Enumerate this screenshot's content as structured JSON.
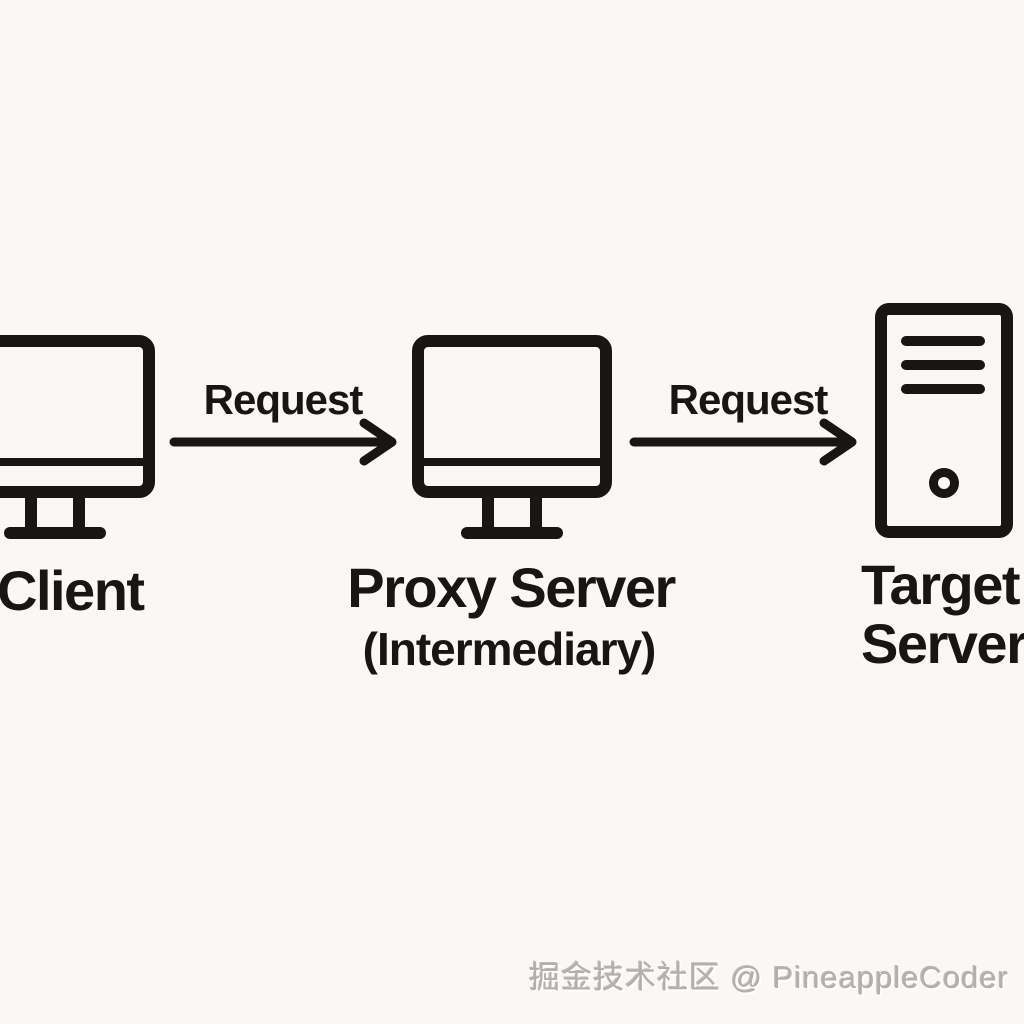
{
  "colors": {
    "background": "#faf8f5",
    "ink": "#181512",
    "watermark_gray": "#b3b0ac"
  },
  "diagram": {
    "nodes": [
      {
        "id": "client",
        "icon": "desktop-monitor-icon",
        "label": "Client"
      },
      {
        "id": "proxy",
        "icon": "desktop-monitor-icon",
        "label": "Proxy Server",
        "sublabel": "(Intermediary)"
      },
      {
        "id": "target",
        "icon": "server-tower-icon",
        "label_line1": "Target",
        "label_line2": "Server"
      }
    ],
    "arrows": [
      {
        "from": "client",
        "to": "proxy",
        "label": "Request"
      },
      {
        "from": "proxy",
        "to": "target",
        "label": "Request"
      }
    ]
  },
  "watermark": {
    "text": "掘金技术社区 @ PineappleCoder"
  }
}
